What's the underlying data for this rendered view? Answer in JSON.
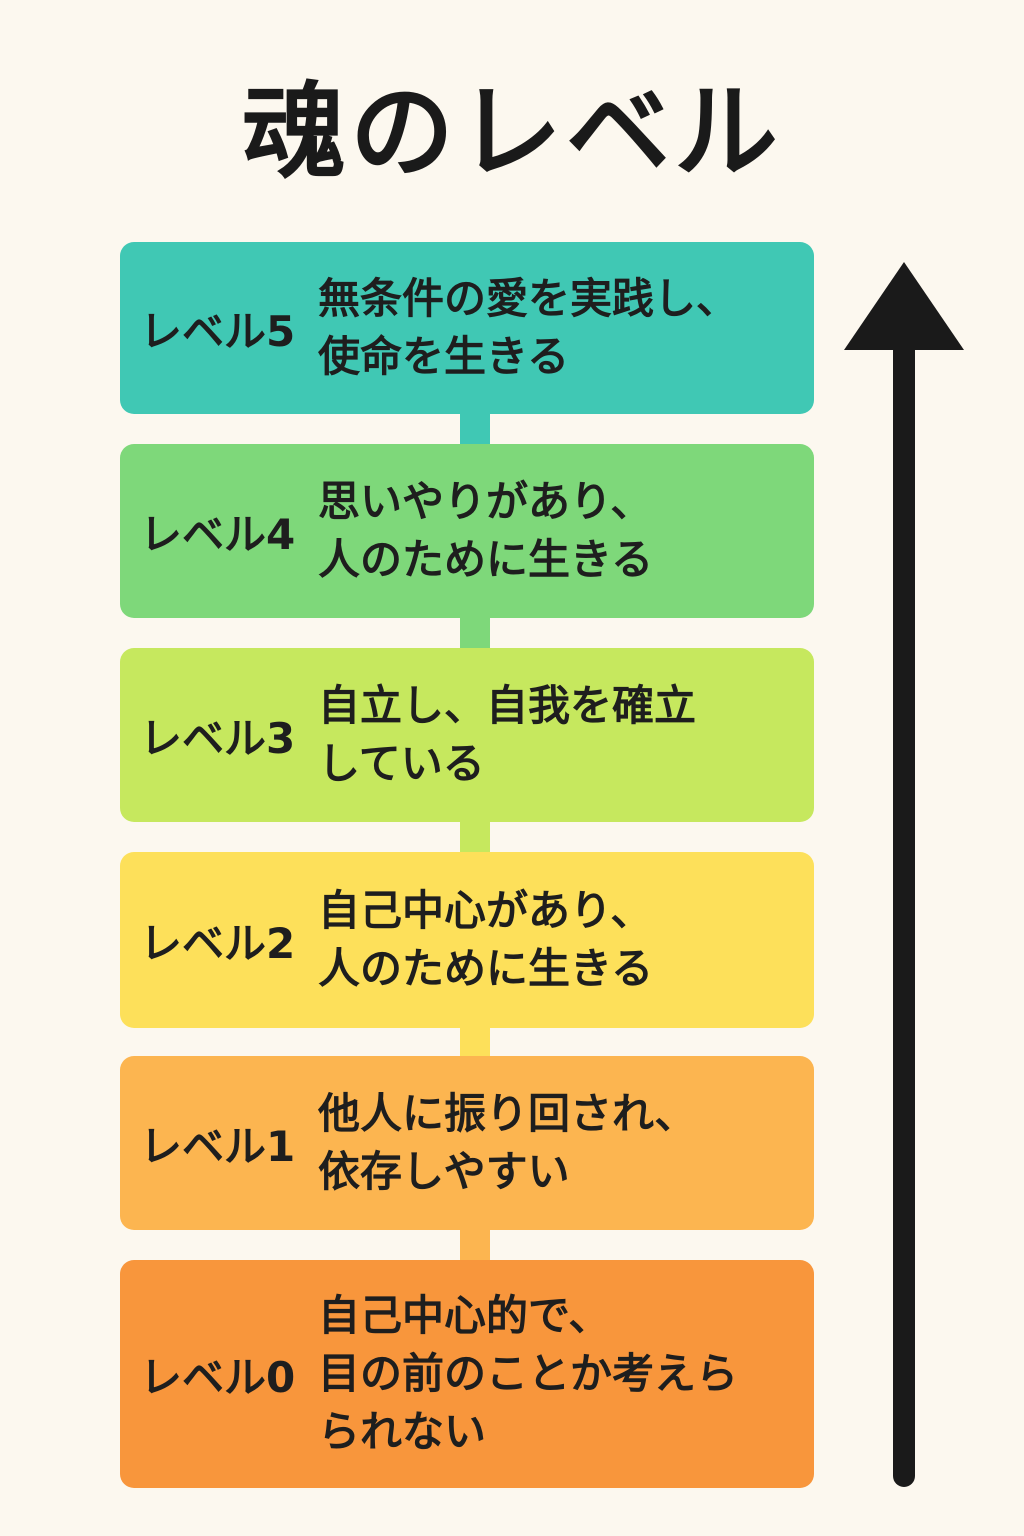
{
  "title": "魂のレベル",
  "colors": {
    "background": "#fcf8ef",
    "arrow": "#1a1a1a"
  },
  "arrow_icon": "up-arrow-icon",
  "levels": [
    {
      "label": "レベル5",
      "lines": [
        "無条件の愛を実践し、",
        "使命を生きる"
      ],
      "color": "#40c8b4"
    },
    {
      "label": "レベル4",
      "lines": [
        "思いやりがあり、",
        "人のために生きる"
      ],
      "color": "#7ed87a"
    },
    {
      "label": "レベル3",
      "lines": [
        "自立し、自我を確立",
        "している"
      ],
      "color": "#c6e85e"
    },
    {
      "label": "レベル2",
      "lines": [
        "自己中心があり、",
        "人のために生きる"
      ],
      "color": "#fde05a"
    },
    {
      "label": "レベル1",
      "lines": [
        "他人に振り回され、",
        "依存しやすい"
      ],
      "color": "#fcb550"
    },
    {
      "label": "レベル0",
      "lines": [
        "自己中心的で、",
        "目の前のことか考えら",
        "られない"
      ],
      "color": "#f8963c"
    }
  ]
}
